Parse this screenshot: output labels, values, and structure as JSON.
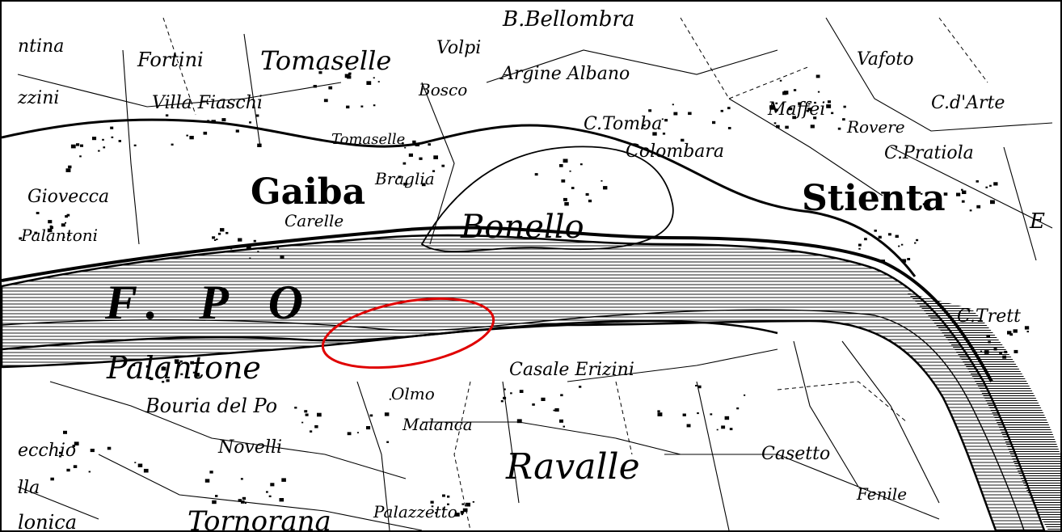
{
  "map": {
    "labels": {
      "antina": "ntina",
      "fortini": "Fortini",
      "tomaselle": "Tomaselle",
      "volpi": "Volpi",
      "bellombra": "B.Bellombra",
      "vafoto": "Vafoto",
      "argine_albano": "Argine Albano",
      "bosco": "Bosco",
      "zzini": "zzini",
      "villa_fiaschi": "Villa Fiaschi",
      "maffei": "Maffei",
      "c_darte": "C.d'Arte",
      "tomba": "C.Tomba",
      "rovere": "Rovere",
      "tomaselle_small": "Tomaselle",
      "colombara": "Colombara",
      "c_pratiola": "C.Pratiola",
      "braglia": "Braglia",
      "gaiba": "Gaiba",
      "stienta": "Stienta",
      "giovecca": "Giovecca",
      "carelle": "Carelle",
      "bonello": "Bonello",
      "palantoni": "Palantoni",
      "river": "F. P O",
      "c_trett": "C.Trett",
      "palantone": "Palantone",
      "casale_erizini": "Casale Erizini",
      "olmo": "Olmo",
      "bouria": "Bouria del Po",
      "malanca": "Malanca",
      "vecchio": "ecchio",
      "novelli": "Novelli",
      "ravalle": "Ravalle",
      "casetto": "Casetto",
      "fenile": "Fenile",
      "ila": "lla",
      "lonica": "lonica",
      "tornorana": "Tornorana",
      "palazzetto": "Palazzetto",
      "right_edge_e": "E"
    },
    "colors": {
      "ink": "#000000",
      "paper": "#ffffff",
      "highlight": "#e00000"
    }
  }
}
